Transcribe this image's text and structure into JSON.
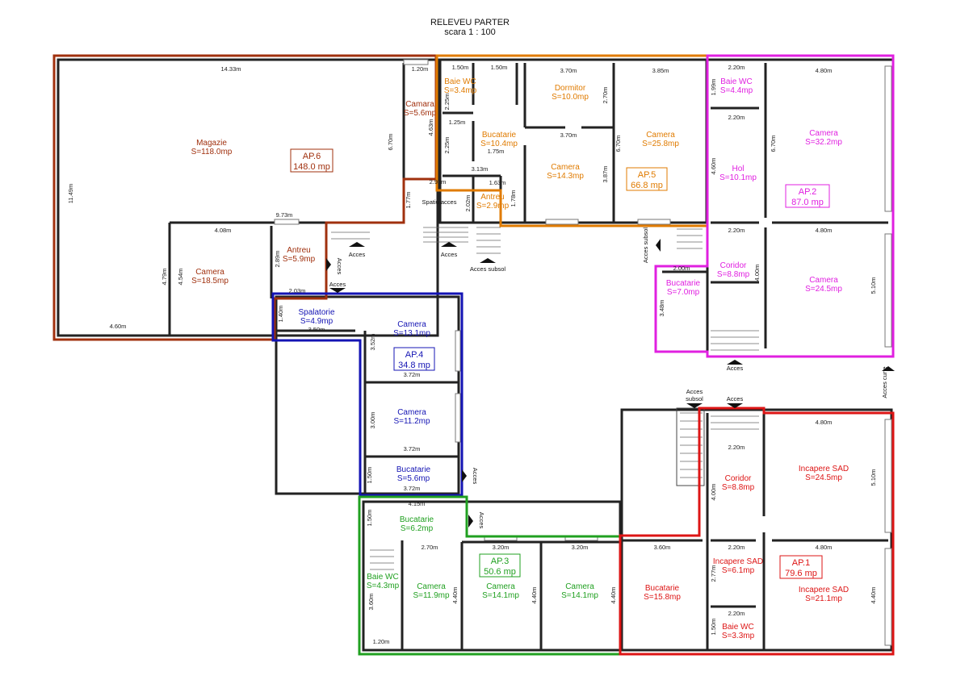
{
  "title": "RELEVEU  PARTER",
  "scale": "scara 1 : 100",
  "colors": {
    "ap6": "#a0300e",
    "ap5": "#e07b00",
    "ap2": "#e020e0",
    "ap4": "#1414b4",
    "ap3": "#20a020",
    "ap1": "#dd1515",
    "neutral": "#222222"
  },
  "apartments": [
    {
      "id": "ap6",
      "label": "AP.6",
      "area": "148.0 mp"
    },
    {
      "id": "ap5",
      "label": "AP.5",
      "area": "66.8 mp"
    },
    {
      "id": "ap2",
      "label": "AP.2",
      "area": "87.0 mp"
    },
    {
      "id": "ap4",
      "label": "AP.4",
      "area": "34.8 mp"
    },
    {
      "id": "ap3",
      "label": "AP.3",
      "area": "50.6 mp"
    },
    {
      "id": "ap1",
      "label": "AP.1",
      "area": "79.6 mp"
    }
  ],
  "rooms": [
    {
      "ap": "ap6",
      "name": "Magazie",
      "area": "S=118.0mp"
    },
    {
      "ap": "ap6",
      "name": "Camara",
      "area": "S=5.6mp"
    },
    {
      "ap": "ap6",
      "name": "Camera",
      "area": "S=18.5mp"
    },
    {
      "ap": "ap6",
      "name": "Antreu",
      "area": "S=5.9mp"
    },
    {
      "ap": "ap5",
      "name": "Baie WC",
      "area": "S=3.4mp"
    },
    {
      "ap": "ap5",
      "name": "Bucatarie",
      "area": "S=10.4mp"
    },
    {
      "ap": "ap5",
      "name": "Dormitor",
      "area": "S=10.0mp"
    },
    {
      "ap": "ap5",
      "name": "Camera",
      "area": "S=25.8mp"
    },
    {
      "ap": "ap5",
      "name": "Camera",
      "area": "S=14.3mp"
    },
    {
      "ap": "ap5",
      "name": "Antreu",
      "area": "S=2.9mp"
    },
    {
      "ap": "ap2",
      "name": "Baie WC",
      "area": "S=4.4mp"
    },
    {
      "ap": "ap2",
      "name": "Camera",
      "area": "S=32.2mp"
    },
    {
      "ap": "ap2",
      "name": "Hol",
      "area": "S=10.1mp"
    },
    {
      "ap": "ap2",
      "name": "Coridor",
      "area": "S=8.8mp"
    },
    {
      "ap": "ap2",
      "name": "Camera",
      "area": "S=24.5mp"
    },
    {
      "ap": "ap2",
      "name": "Bucatarie",
      "area": "S=7.0mp"
    },
    {
      "ap": "ap4",
      "name": "Spalatorie",
      "area": "S=4.9mp"
    },
    {
      "ap": "ap4",
      "name": "Camera",
      "area": "S=13.1mp"
    },
    {
      "ap": "ap4",
      "name": "Camera",
      "area": "S=11.2mp"
    },
    {
      "ap": "ap4",
      "name": "Bucatarie",
      "area": "S=5.6mp"
    },
    {
      "ap": "ap3",
      "name": "Bucatarie",
      "area": "S=6.2mp"
    },
    {
      "ap": "ap3",
      "name": "Baie WC",
      "area": "S=4.3mp"
    },
    {
      "ap": "ap3",
      "name": "Camera",
      "area": "S=11.9mp"
    },
    {
      "ap": "ap3",
      "name": "Camera",
      "area": "S=14.1mp"
    },
    {
      "ap": "ap3",
      "name": "Camera",
      "area": "S=14.1mp"
    },
    {
      "ap": "ap1",
      "name": "Coridor",
      "area": "S=8.8mp"
    },
    {
      "ap": "ap1",
      "name": "Incapere SAD",
      "area": "S=24.5mp"
    },
    {
      "ap": "ap1",
      "name": "Bucatarie",
      "area": "S=15.8mp"
    },
    {
      "ap": "ap1",
      "name": "Incapere SAD",
      "area": "S=6.1mp"
    },
    {
      "ap": "ap1",
      "name": "Incapere SAD",
      "area": "S=21.1mp"
    },
    {
      "ap": "ap1",
      "name": "Baie WC",
      "area": "S=3.3mp"
    }
  ],
  "spatiu_acces": "Spatiu acces",
  "acces": "Acces",
  "acces_subsol": "Acces subsol",
  "acces_subsol_split": [
    "Acces",
    "subsol"
  ],
  "acces_curte": "Acces curte",
  "dimensions": [
    "14.33m",
    "1.20m",
    "1.50m",
    "1.50m",
    "3.70m",
    "3.85m",
    "2.20m",
    "4.80m",
    "11.49m",
    "6.70m",
    "4.63m",
    "2.25m",
    "1.25m",
    "2.25m",
    "1.75m",
    "3.13m",
    "2.97m",
    "1.63m",
    "1.77m",
    "2.02m",
    "1.78m",
    "3.70m",
    "3.87m",
    "6.70m",
    "2.70m",
    "1.99m",
    "2.20m",
    "6.70m",
    "4.60m",
    "9.73m",
    "4.08m",
    "4.79m",
    "4.54m",
    "2.89m",
    "2.03m",
    "4.60m",
    "2.20m",
    "4.80m",
    "2.00m",
    "4.00m",
    "5.10m",
    "3.48m",
    "1.40m",
    "3.50m",
    "3.52m",
    "3.72m",
    "3.00m",
    "3.72m",
    "1.50m",
    "3.72m",
    "4.15m",
    "1.50m",
    "2.70m",
    "3.20m",
    "3.20m",
    "3.60m",
    "4.40m",
    "4.40m",
    "4.40m",
    "1.20m",
    "3.60m",
    "4.80m",
    "2.20m",
    "4.00m",
    "5.10m",
    "2.20m",
    "4.80m",
    "2.77m",
    "4.40m",
    "2.20m",
    "1.50m"
  ]
}
